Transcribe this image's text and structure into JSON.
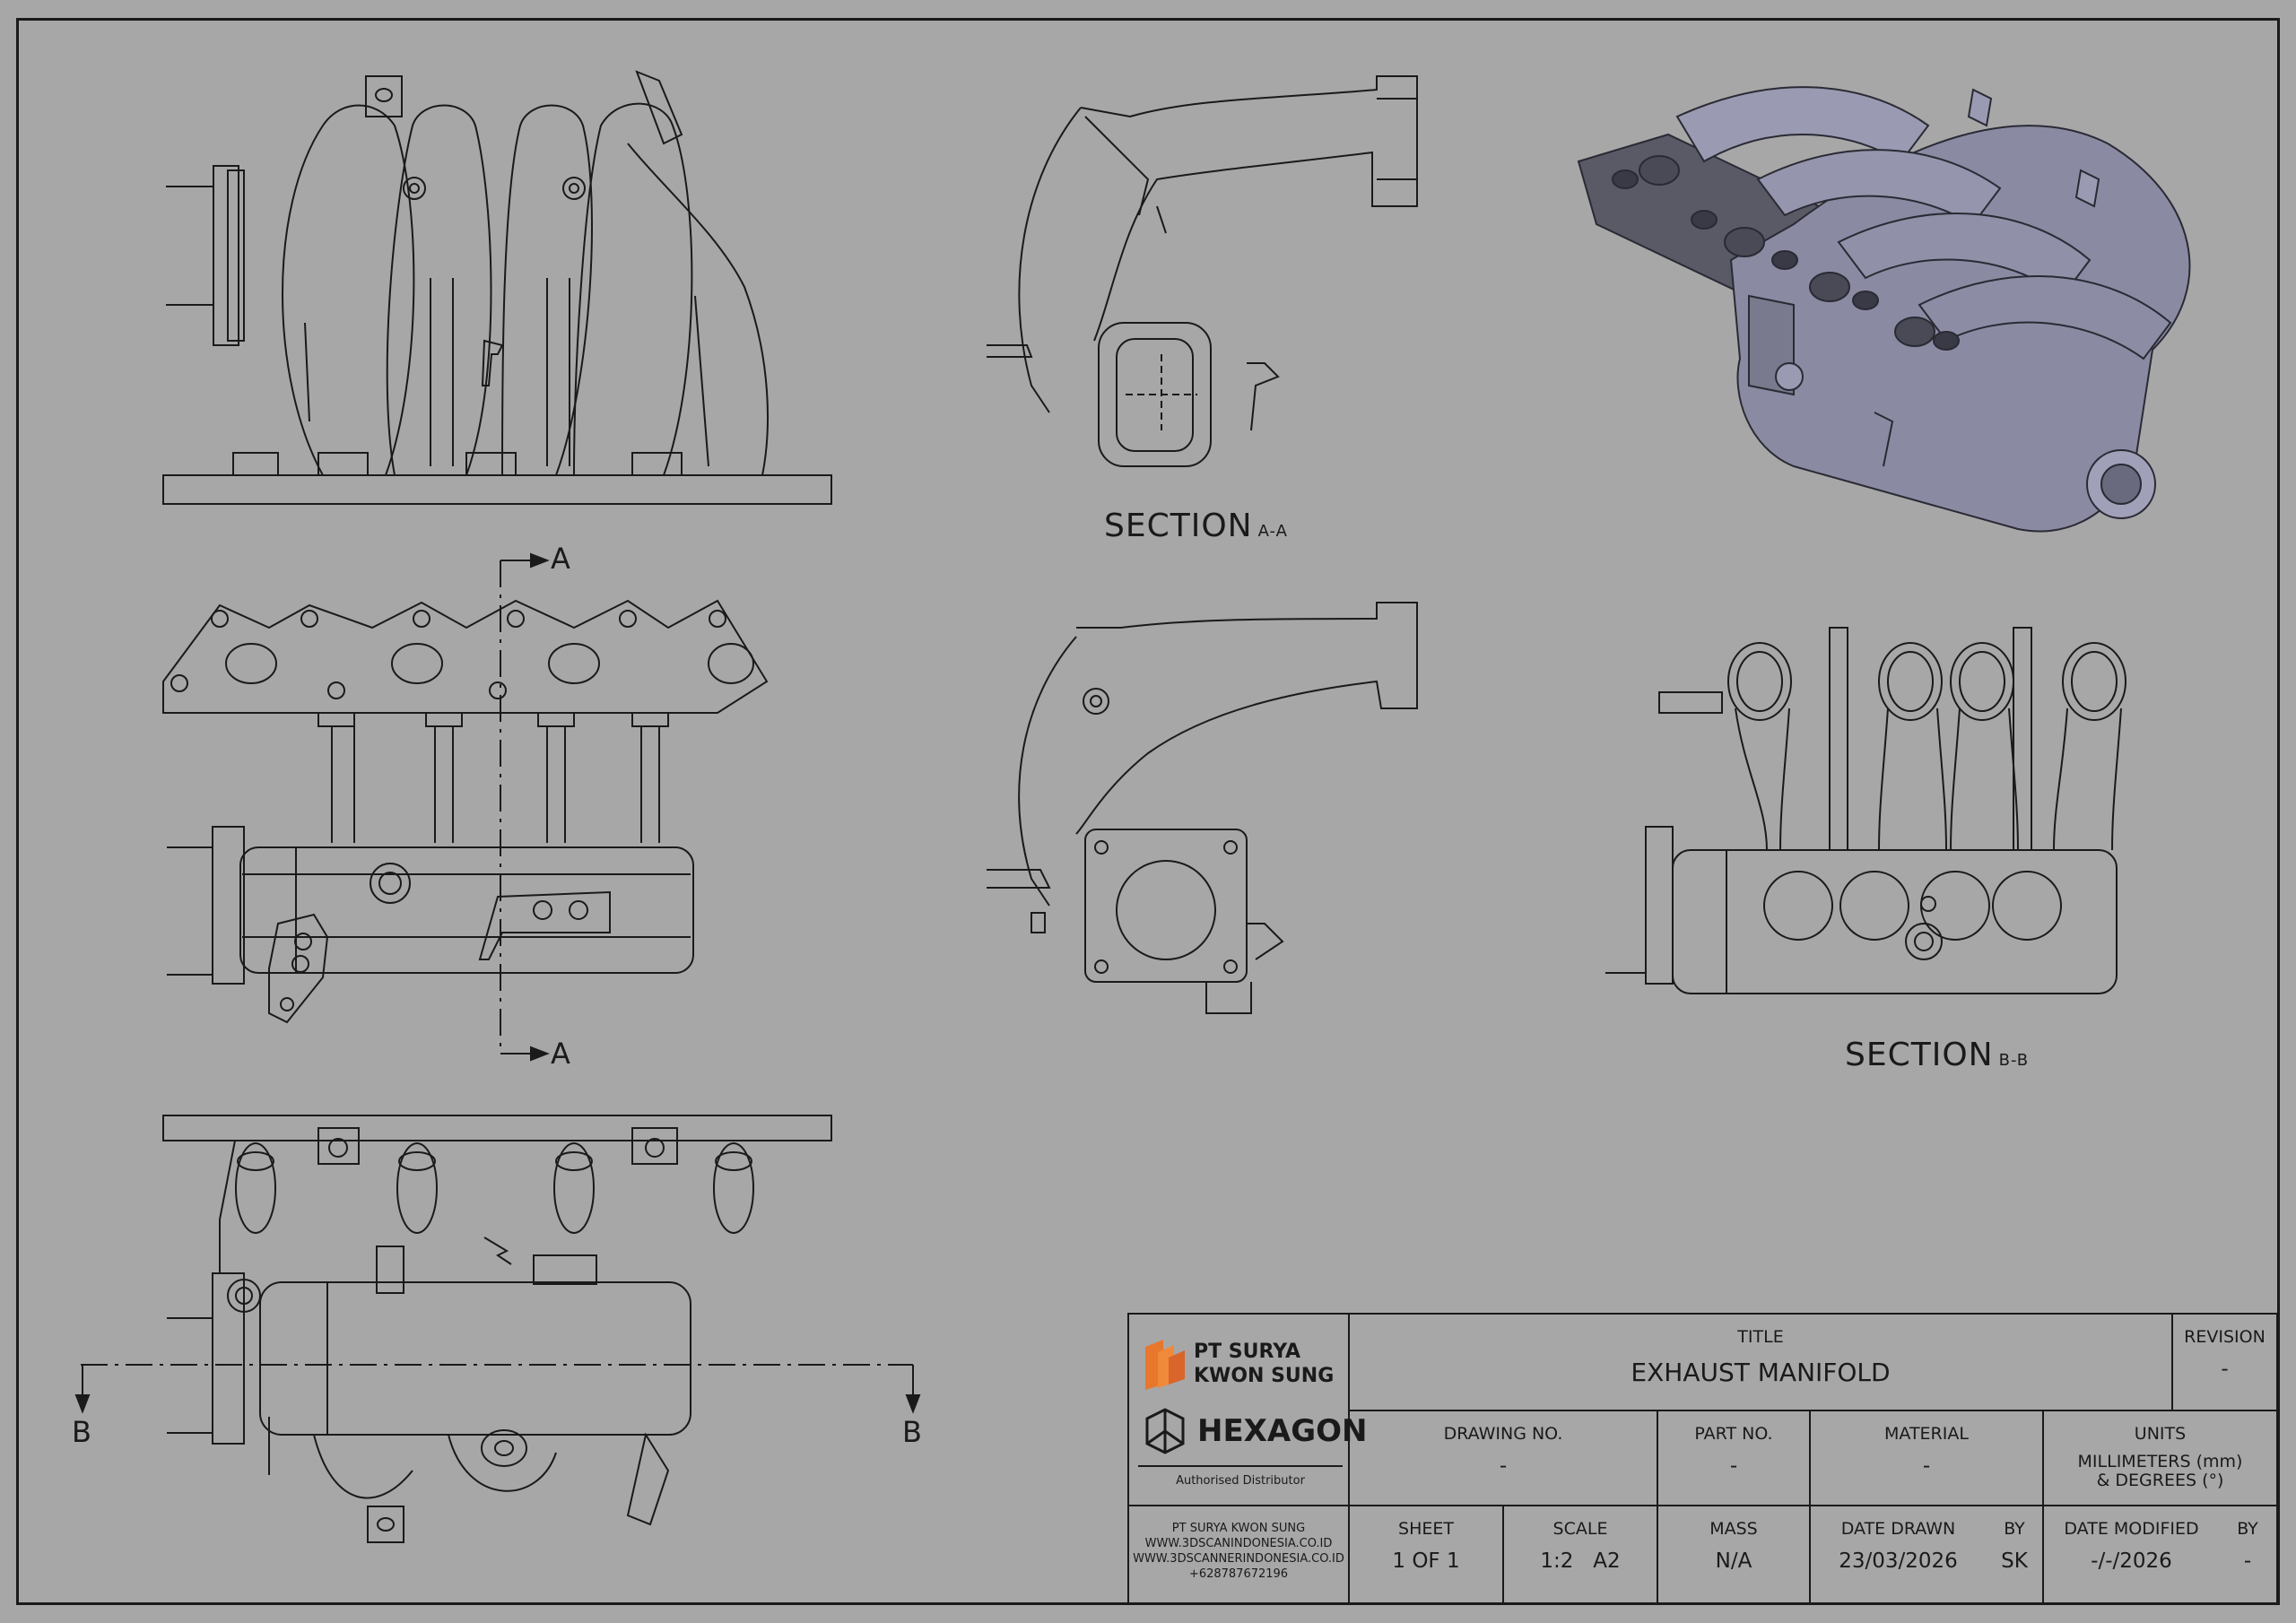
{
  "sections": {
    "a_main": "SECTION",
    "a_sub": "A-A",
    "b_main": "SECTION",
    "b_sub": "B-B"
  },
  "cut_labels": {
    "a_top": "A",
    "a_bottom": "A",
    "b_left": "B",
    "b_right": "B"
  },
  "title_block": {
    "company_name_line1": "PT SURYA",
    "company_name_line2": "KWON SUNG",
    "hexagon_name": "HEXAGON",
    "authorised": "Authorised Distributor",
    "contact": [
      "PT SURYA KWON SUNG",
      "WWW.3DSCANINDONESIA.CO.ID",
      "WWW.3DSCANNERINDONESIA.CO.ID",
      "+628787672196"
    ],
    "title_caption": "TITLE",
    "title_value": "EXHAUST MANIFOLD",
    "revision_caption": "REVISION",
    "revision_value": "-",
    "drawing_no_caption": "DRAWING NO.",
    "drawing_no_value": "-",
    "part_no_caption": "PART NO.",
    "part_no_value": "-",
    "material_caption": "MATERIAL",
    "material_value": "-",
    "units_caption": "UNITS",
    "units_value_line1": "MILLIMETERS (mm)",
    "units_value_line2": "& DEGREES (°)",
    "sheet_caption": "SHEET",
    "sheet_value": "1 OF 1",
    "scale_caption": "SCALE",
    "scale_value": "1:2   A2",
    "mass_caption": "MASS",
    "mass_value": "N/A",
    "date_drawn_caption": "DATE DRAWN",
    "date_drawn_value": "23/03/2026",
    "by_caption": "BY",
    "by_value": "SK",
    "date_modified_caption": "DATE MODIFIED",
    "date_modified_value": "-/-/2026",
    "by2_caption": "BY",
    "by2_value": "-"
  },
  "colors": {
    "background": "#a7a7a7",
    "line": "#1a1a1a",
    "render_body": "#7d7d96",
    "logo_orange": "#e8772e"
  }
}
